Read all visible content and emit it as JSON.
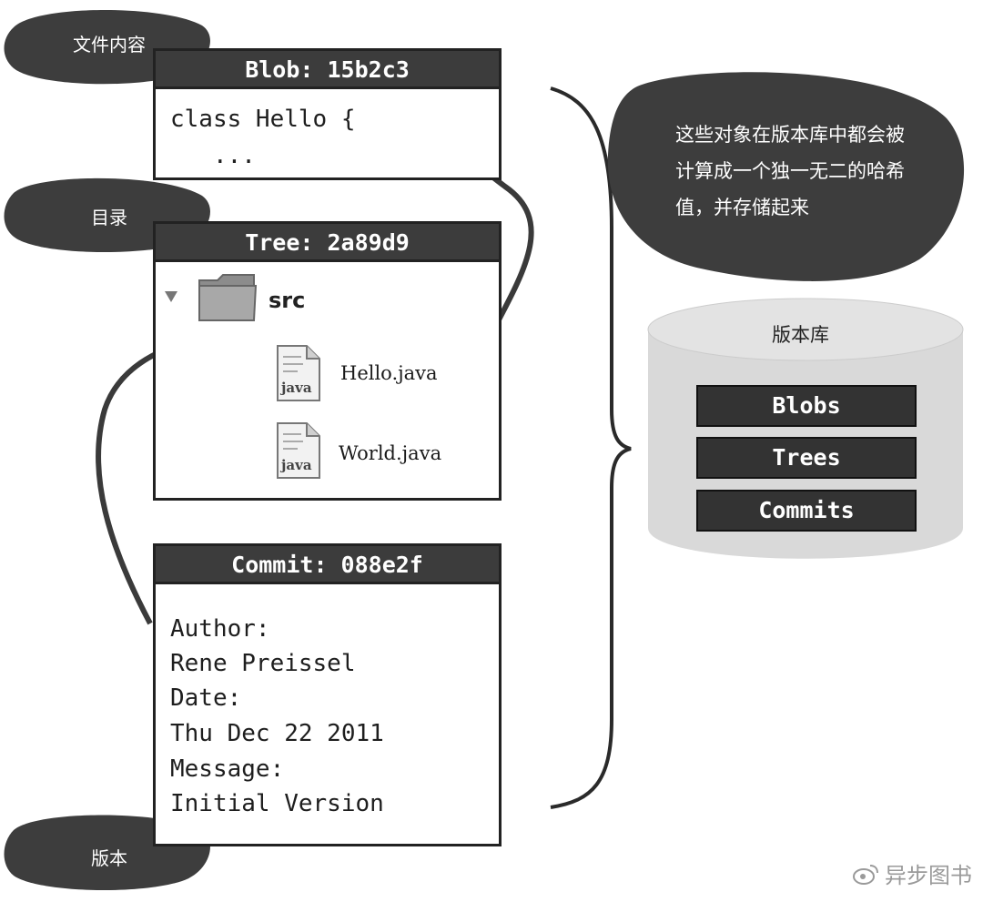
{
  "labels": {
    "file_content": "文件内容",
    "directory": "目录",
    "version": "版本"
  },
  "blob": {
    "header": "Blob: 15b2c3",
    "lines": [
      "class Hello {",
      "   ..."
    ]
  },
  "tree": {
    "header": "Tree: 2a89d9",
    "folder": "src",
    "files": [
      {
        "name": "Hello.java",
        "icon_text": "java"
      },
      {
        "name": "World.java",
        "icon_text": "java"
      }
    ]
  },
  "commit": {
    "header": "Commit: 088e2f",
    "lines": [
      "Author:",
      "Rene Preissel",
      "Date:",
      "Thu Dec 22 2011",
      "Message:",
      "Initial Version"
    ]
  },
  "note": {
    "lines": [
      "这些对象在版本库中都会被",
      "计算成一个独一无二的哈希",
      "值，并存储起来"
    ]
  },
  "repository": {
    "title": "版本库",
    "items": [
      "Blobs",
      "Trees",
      "Commits"
    ]
  },
  "watermark": {
    "text": "异步图书"
  },
  "colors": {
    "dark_shape": "#3d3d3d",
    "header_bg": "#3c3c3c",
    "repo_item_bg": "#333333",
    "cylinder": "#d9d9d9"
  }
}
